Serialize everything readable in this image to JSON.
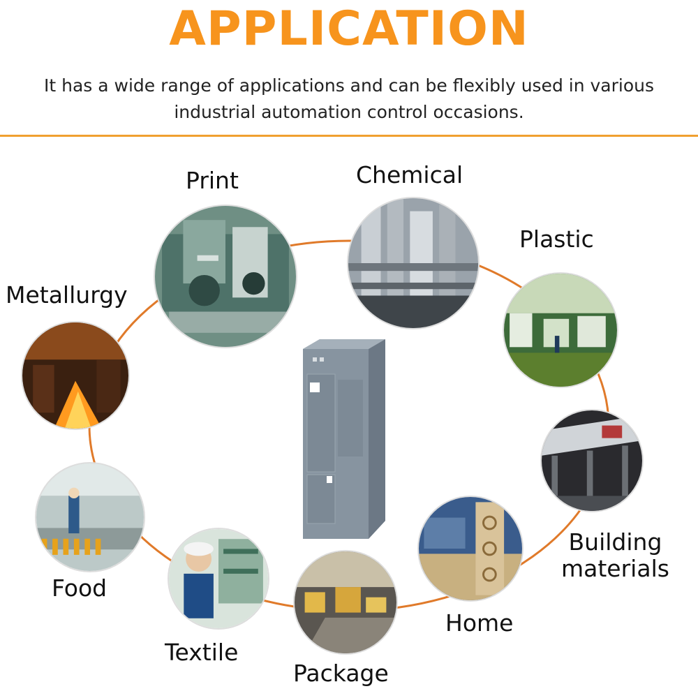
{
  "header": {
    "title": "APPLICATION",
    "subtitle_line1": "It has a wide range of applications and can be flexibly used in various",
    "subtitle_line2": "industrial automation control occasions."
  },
  "applications": {
    "print": "Print",
    "chemical": "Chemical",
    "plastic": "Plastic",
    "metallurgy": "Metallurgy",
    "building_line1": "Building",
    "building_line2": "materials",
    "food": "Food",
    "textile": "Textile",
    "package": "Package",
    "home": "Home"
  },
  "colors": {
    "title": "#f7941d",
    "divider": "#f0a030",
    "ring": "#e07a2a",
    "module": "#7f8b96"
  }
}
